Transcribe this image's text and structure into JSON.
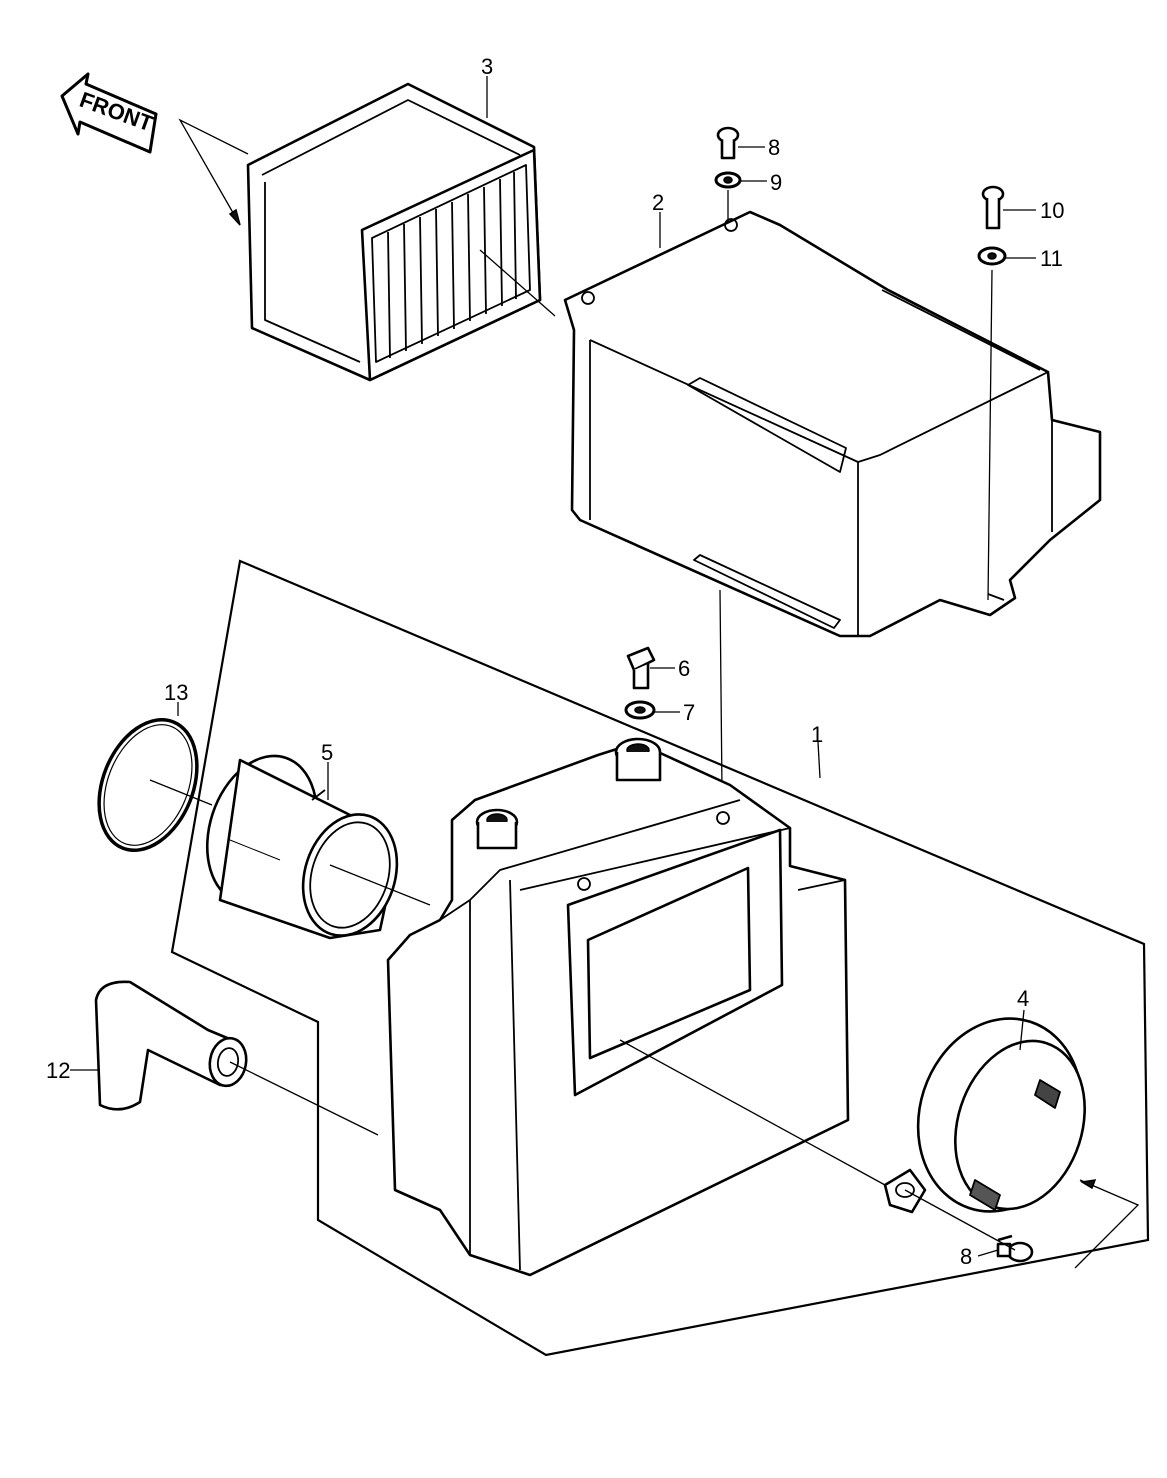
{
  "diagram": {
    "front_arrow": "FRONT",
    "callouts": {
      "c1": "1",
      "c2": "2",
      "c3": "3",
      "c4": "4",
      "c5": "5",
      "c6": "6",
      "c7": "7",
      "c8a": "8",
      "c8b": "8",
      "c9": "9",
      "c10": "10",
      "c11": "11",
      "c12": "12",
      "c13": "13"
    }
  },
  "colors": {
    "line": "#000000",
    "paper": "#ffffff"
  }
}
